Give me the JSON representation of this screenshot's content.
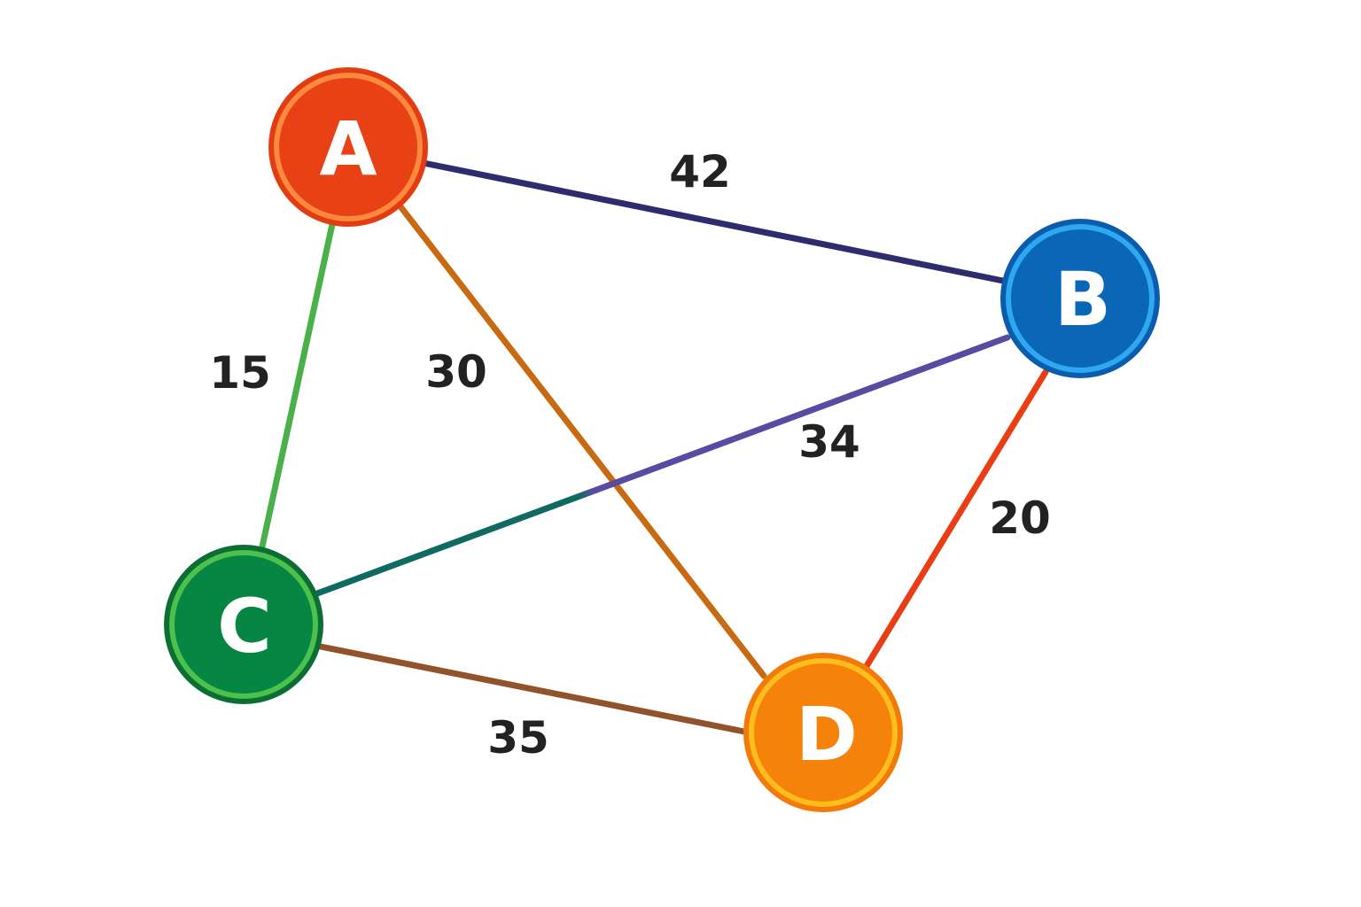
{
  "nodes": [
    {
      "id": "A",
      "label": "A",
      "fill": "#E84116",
      "outline": "#E23D12",
      "ring": "#FF8A3D"
    },
    {
      "id": "B",
      "label": "B",
      "fill": "#0A66B7",
      "outline": "#0A5CAD",
      "ring": "#2FA8F2"
    },
    {
      "id": "C",
      "label": "C",
      "fill": "#068543",
      "outline": "#0B6E35",
      "ring": "#4CC24C"
    },
    {
      "id": "D",
      "label": "D",
      "fill": "#F5820A",
      "outline": "#F27A08",
      "ring": "#FFBE1E"
    }
  ],
  "edges": [
    {
      "from": "A",
      "to": "B",
      "weight": "42",
      "color": "#2E2B6E"
    },
    {
      "from": "A",
      "to": "C",
      "weight": "15",
      "color": "#49B04A"
    },
    {
      "from": "A",
      "to": "D",
      "weight": "30",
      "color": "#C76A12"
    },
    {
      "from": "B",
      "to": "C",
      "weight": "34",
      "color": "#5A4BA2",
      "color_end": "#0F6B62"
    },
    {
      "from": "B",
      "to": "D",
      "weight": "20",
      "color": "#E93D14"
    },
    {
      "from": "C",
      "to": "D",
      "weight": "35",
      "color": "#91522C"
    }
  ]
}
